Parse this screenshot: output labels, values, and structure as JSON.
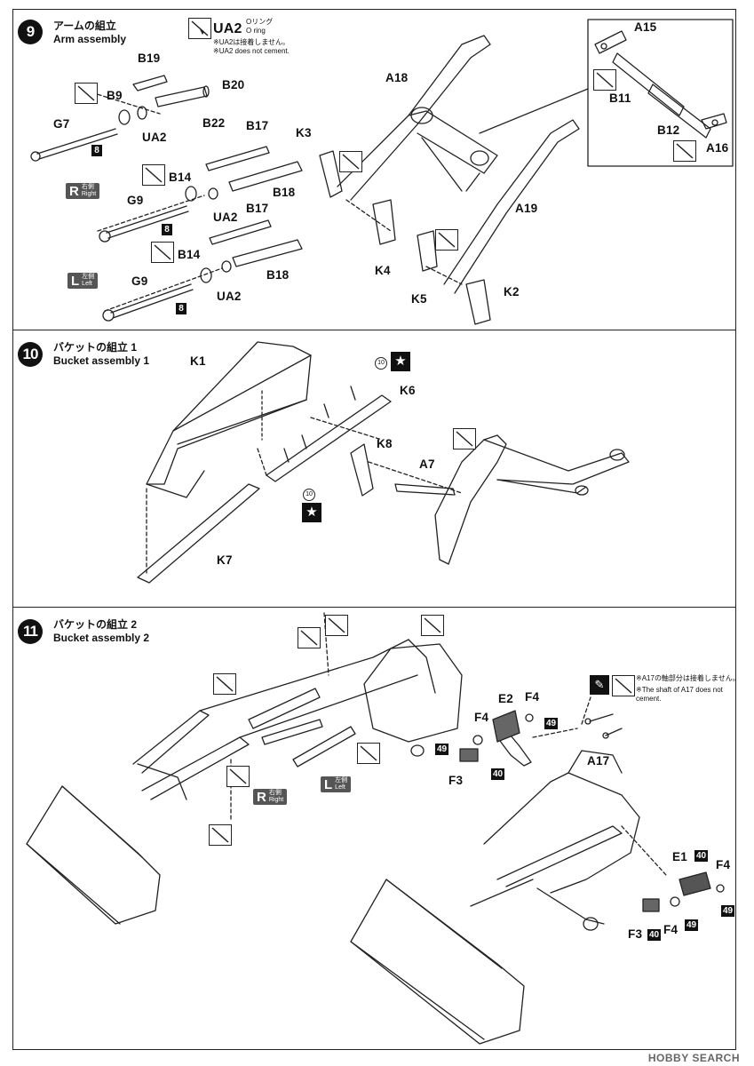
{
  "steps": [
    {
      "number": "9",
      "title_jp": "アームの組立",
      "title_en": "Arm assembly"
    },
    {
      "number": "10",
      "title_jp": "バケットの組立 1",
      "title_en": "Bucket assembly 1"
    },
    {
      "number": "11",
      "title_jp": "バケットの組立 2",
      "title_en": "Bucket assembly 2"
    }
  ],
  "step9": {
    "ua2_label": "UA2",
    "ua2_note_jp": "Oリング",
    "ua2_note_en": "O ring",
    "ua2_note2_jp": "※UA2は接着しません。",
    "ua2_note2_en": "※UA2 does not cement.",
    "parts": [
      "B19",
      "B20",
      "B9",
      "UA2",
      "B22",
      "G7",
      "B17",
      "B14",
      "B18",
      "G9",
      "UA2",
      "B17",
      "B14",
      "B18",
      "G9",
      "UA2",
      "K3",
      "K4",
      "K5",
      "K2",
      "A18",
      "A19",
      "A15",
      "B11",
      "B12",
      "A16"
    ],
    "nums": [
      "8",
      "8",
      "8"
    ],
    "right": {
      "big": "R",
      "jp": "右側",
      "en": "Right"
    },
    "left": {
      "big": "L",
      "jp": "左側",
      "en": "Left"
    }
  },
  "step10": {
    "parts": [
      "K1",
      "K6",
      "K8",
      "A7",
      "K7"
    ],
    "ref": "10"
  },
  "step11": {
    "note_jp": "※A17の軸部分は接着しません。",
    "note_en": "※The shaft of A17 does not cement.",
    "parts": [
      "E2",
      "F4",
      "F4",
      "F3",
      "A17",
      "E1",
      "F4",
      "F3",
      "F4"
    ],
    "nums": [
      "49",
      "49",
      "40",
      "40",
      "49",
      "40",
      "49"
    ],
    "right": {
      "big": "R",
      "jp": "右側",
      "en": "Right"
    },
    "left": {
      "big": "L",
      "jp": "左側",
      "en": "Left"
    }
  },
  "footer": "HOBBY SEARCH"
}
